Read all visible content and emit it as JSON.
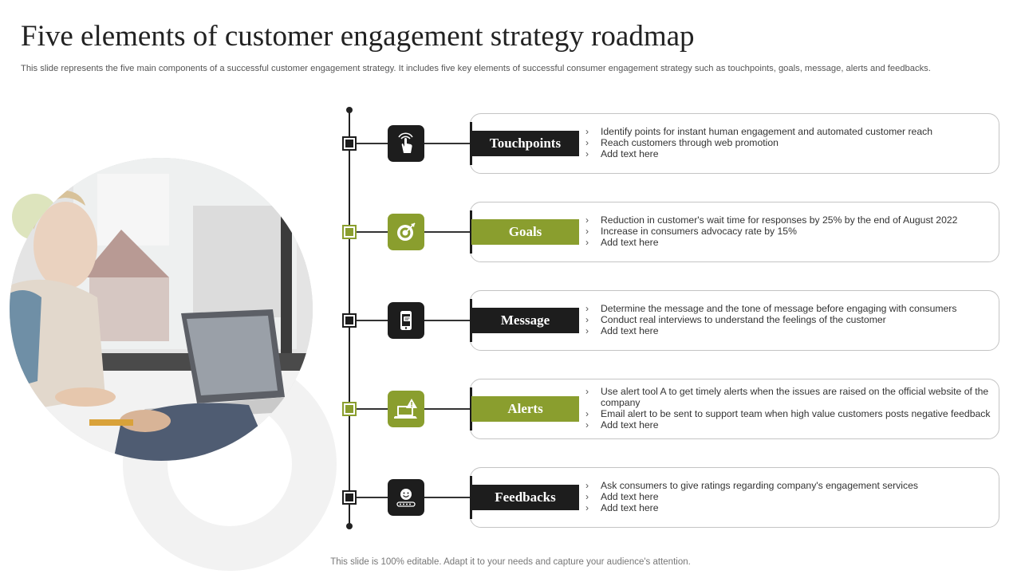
{
  "title": "Five elements of customer engagement strategy roadmap",
  "subtitle": "This slide represents the five main components of a successful customer engagement strategy. It includes five key  elements of successful consumer engagement strategy such as touchpoints, goals, message, alerts and feedbacks.",
  "footer": "This slide is 100% editable. Adapt it to your needs and capture your audience's attention.",
  "colors": {
    "dark": "#1d1d1d",
    "green": "#8a9e2e",
    "light_green": "#dde4bd",
    "ring": "#f2f2f2"
  },
  "elements": [
    {
      "label": "Touchpoints",
      "icon": "touch-hand-icon",
      "color": "dark",
      "bullets": [
        "Identify points for instant human engagement and automated customer reach",
        "Reach customers through web promotion",
        "Add text here"
      ]
    },
    {
      "label": "Goals",
      "icon": "target-icon",
      "color": "green",
      "bullets": [
        "Reduction in customer's wait time for responses by 25% by the end of August 2022",
        "Increase in consumers advocacy rate by 15%",
        "Add text here"
      ]
    },
    {
      "label": "Message",
      "icon": "phone-message-icon",
      "color": "dark",
      "bullets": [
        "Determine the message and the tone of message before engaging with consumers",
        "Conduct real interviews to understand the feelings of the customer",
        "Add text here"
      ]
    },
    {
      "label": "Alerts",
      "icon": "alert-laptop-icon",
      "color": "green",
      "bullets": [
        "Use alert tool A to get timely alerts when the issues are raised on the official website of the company",
        "Email alert to be sent to support team when high value customers posts negative feedback",
        "Add text here"
      ]
    },
    {
      "label": "Feedbacks",
      "icon": "smiley-rating-icon",
      "color": "dark",
      "bullets": [
        "Ask consumers to give ratings regarding company's engagement services",
        "Add text here",
        "Add text here"
      ]
    }
  ]
}
